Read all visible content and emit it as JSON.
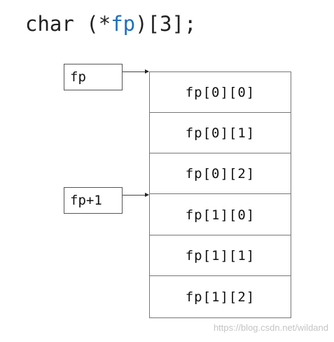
{
  "declaration": {
    "prefix": "char (*",
    "identifier": "fp",
    "suffix": ")[3];"
  },
  "pointers": [
    {
      "label": "fp",
      "target_index": 0
    },
    {
      "label": "fp+1",
      "target_index": 3
    }
  ],
  "array_cells": [
    "fp[0][0]",
    "fp[0][1]",
    "fp[0][2]",
    "fp[1][0]",
    "fp[1][1]",
    "fp[1][2]"
  ],
  "watermark": "https://blog.csdn.net/wildand",
  "colors": {
    "identifier": "#1f6fbf",
    "text": "#111111",
    "border": "#777777"
  }
}
